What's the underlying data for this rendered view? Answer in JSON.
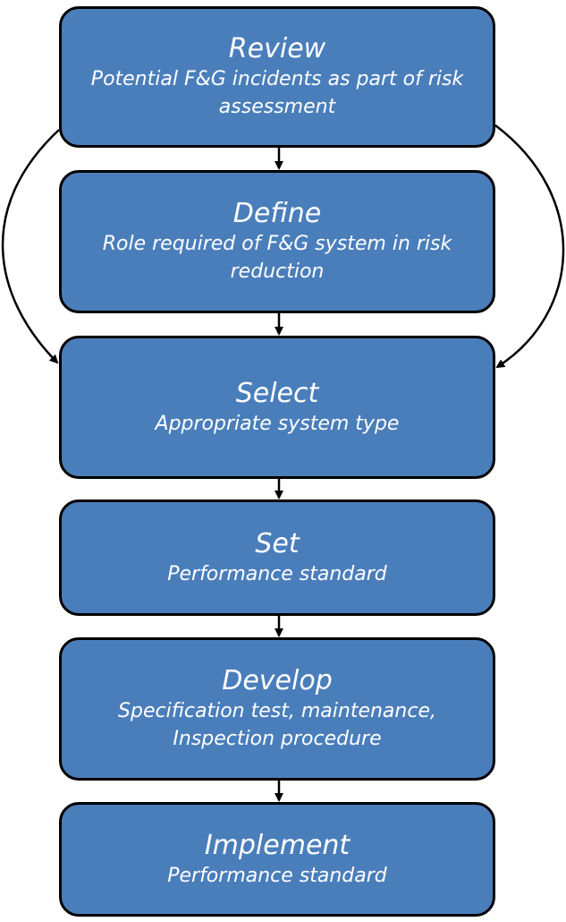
{
  "steps": [
    {
      "title": "Review",
      "desc": "Potential F&G incidents as part of risk assessment"
    },
    {
      "title": "Define",
      "desc": "Role required of F&G system in risk reduction"
    },
    {
      "title": "Select",
      "desc": "Appropriate system type"
    },
    {
      "title": "Set",
      "desc": "Performance standard"
    },
    {
      "title": "Develop",
      "desc": "Specification test, maintenance, Inspection procedure"
    },
    {
      "title": "Implement",
      "desc": "Performance standard"
    }
  ],
  "colors": {
    "box_fill": "#4a7ebb",
    "box_border": "#000000",
    "text": "#ffffff",
    "arrow": "#000000"
  }
}
